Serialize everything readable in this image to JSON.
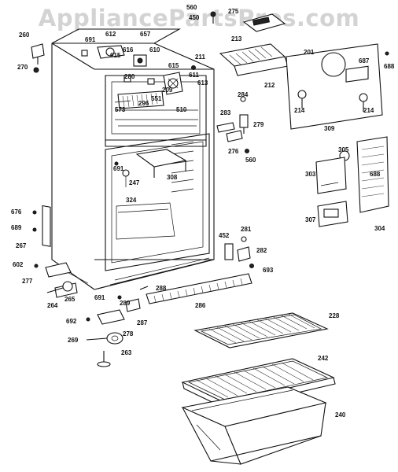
{
  "watermark": "AppliancePartsPros.com",
  "callouts": [
    {
      "id": "c260",
      "text": "260"
    },
    {
      "id": "c270",
      "text": "270"
    },
    {
      "id": "c691a",
      "text": "691"
    },
    {
      "id": "c612",
      "text": "612"
    },
    {
      "id": "c657",
      "text": "657"
    },
    {
      "id": "c615a",
      "text": "615"
    },
    {
      "id": "c616",
      "text": "616"
    },
    {
      "id": "c610",
      "text": "610"
    },
    {
      "id": "c211",
      "text": "211"
    },
    {
      "id": "c615b",
      "text": "615"
    },
    {
      "id": "c280",
      "text": "280"
    },
    {
      "id": "c611",
      "text": "611"
    },
    {
      "id": "c209",
      "text": "209"
    },
    {
      "id": "c613",
      "text": "613"
    },
    {
      "id": "c573",
      "text": "573"
    },
    {
      "id": "c296",
      "text": "296"
    },
    {
      "id": "c551",
      "text": "551"
    },
    {
      "id": "c510",
      "text": "510"
    },
    {
      "id": "c560a",
      "text": "560"
    },
    {
      "id": "c450",
      "text": "450"
    },
    {
      "id": "c275",
      "text": "275"
    },
    {
      "id": "c213",
      "text": "213"
    },
    {
      "id": "c201",
      "text": "201"
    },
    {
      "id": "c212",
      "text": "212"
    },
    {
      "id": "c687",
      "text": "687"
    },
    {
      "id": "c688a",
      "text": "688"
    },
    {
      "id": "c214a",
      "text": "214"
    },
    {
      "id": "c214b",
      "text": "214"
    },
    {
      "id": "c284",
      "text": "284"
    },
    {
      "id": "c283",
      "text": "283"
    },
    {
      "id": "c279",
      "text": "279"
    },
    {
      "id": "c276",
      "text": "276"
    },
    {
      "id": "c560b",
      "text": "560"
    },
    {
      "id": "c309",
      "text": "309"
    },
    {
      "id": "c305",
      "text": "305"
    },
    {
      "id": "c303",
      "text": "303"
    },
    {
      "id": "c688b",
      "text": "688"
    },
    {
      "id": "c307",
      "text": "307"
    },
    {
      "id": "c304",
      "text": "304"
    },
    {
      "id": "c691b",
      "text": "691"
    },
    {
      "id": "c247",
      "text": "247"
    },
    {
      "id": "c308",
      "text": "308"
    },
    {
      "id": "c324",
      "text": "324"
    },
    {
      "id": "c676",
      "text": "676"
    },
    {
      "id": "c689",
      "text": "689"
    },
    {
      "id": "c267",
      "text": "267"
    },
    {
      "id": "c602",
      "text": "602"
    },
    {
      "id": "c277",
      "text": "277"
    },
    {
      "id": "c264",
      "text": "264"
    },
    {
      "id": "c265",
      "text": "265"
    },
    {
      "id": "c452",
      "text": "452"
    },
    {
      "id": "c281",
      "text": "281"
    },
    {
      "id": "c282",
      "text": "282"
    },
    {
      "id": "c693",
      "text": "693"
    },
    {
      "id": "c288",
      "text": "288"
    },
    {
      "id": "c691c",
      "text": "691"
    },
    {
      "id": "c289",
      "text": "289"
    },
    {
      "id": "c286",
      "text": "286"
    },
    {
      "id": "c692",
      "text": "692"
    },
    {
      "id": "c287",
      "text": "287"
    },
    {
      "id": "c278",
      "text": "278"
    },
    {
      "id": "c269",
      "text": "269"
    },
    {
      "id": "c263",
      "text": "263"
    },
    {
      "id": "c228",
      "text": "228"
    },
    {
      "id": "c242",
      "text": "242"
    },
    {
      "id": "c240",
      "text": "240"
    }
  ]
}
